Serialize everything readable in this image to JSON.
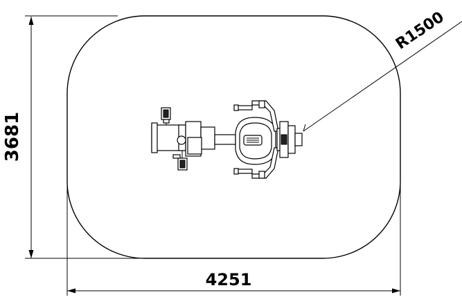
{
  "drawing": {
    "height_label": "3681",
    "width_label": "4251",
    "radius_label": "R1500"
  }
}
